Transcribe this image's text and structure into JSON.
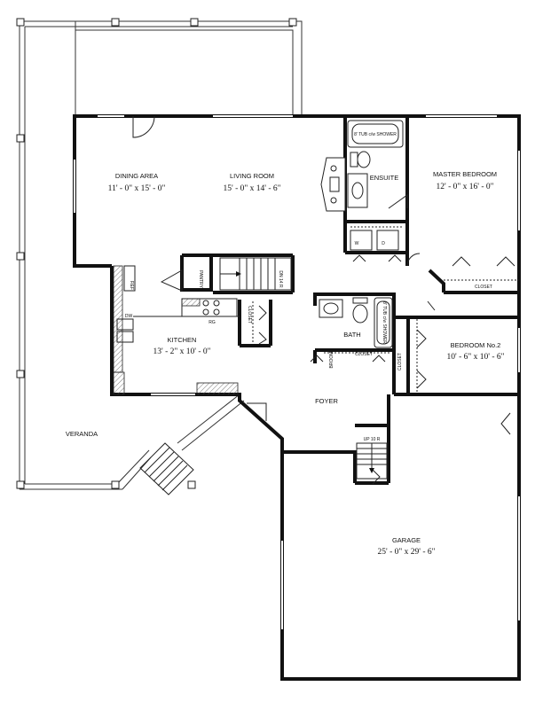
{
  "rooms": {
    "dining": {
      "name": "DINING AREA",
      "dims": "11' - 0\" x 15' - 0\""
    },
    "living": {
      "name": "LIVING ROOM",
      "dims": "15' - 0\" x 14' - 6\""
    },
    "master": {
      "name": "MASTER BEDROOM",
      "dims": "12' - 0\" x 16' - 0\""
    },
    "kitchen": {
      "name": "KITCHEN",
      "dims": "13' - 2\" x 10' - 0\""
    },
    "bedroom2": {
      "name": "BEDROOM No.2",
      "dims": "10' - 6\" x 10' - 6\""
    },
    "garage": {
      "name": "GARAGE",
      "dims": "25' - 0\" x 29' - 6\""
    },
    "ensuite": {
      "name": "ENSUITE"
    },
    "bath": {
      "name": "BATH"
    },
    "foyer": {
      "name": "FOYER"
    },
    "veranda": {
      "name": "VERANDA"
    }
  },
  "labels": {
    "tub_shower_1": "8' TUB c/w SHOWER",
    "tub_shower_2": "8' TUB c/w SHOWER",
    "pantry": "PANTRY",
    "stair_down": "DN 14 R",
    "stair_up": "UP 10 R",
    "ref": "REF",
    "dw": "DW",
    "rg": "RG",
    "closet_kitchen": "CLOSET",
    "closet_bath": "CLOSET",
    "closet_master": "CLOSET",
    "closet_bed2": "CLOSET",
    "broom": "BROOM",
    "washer": "W",
    "dryer": "D"
  }
}
